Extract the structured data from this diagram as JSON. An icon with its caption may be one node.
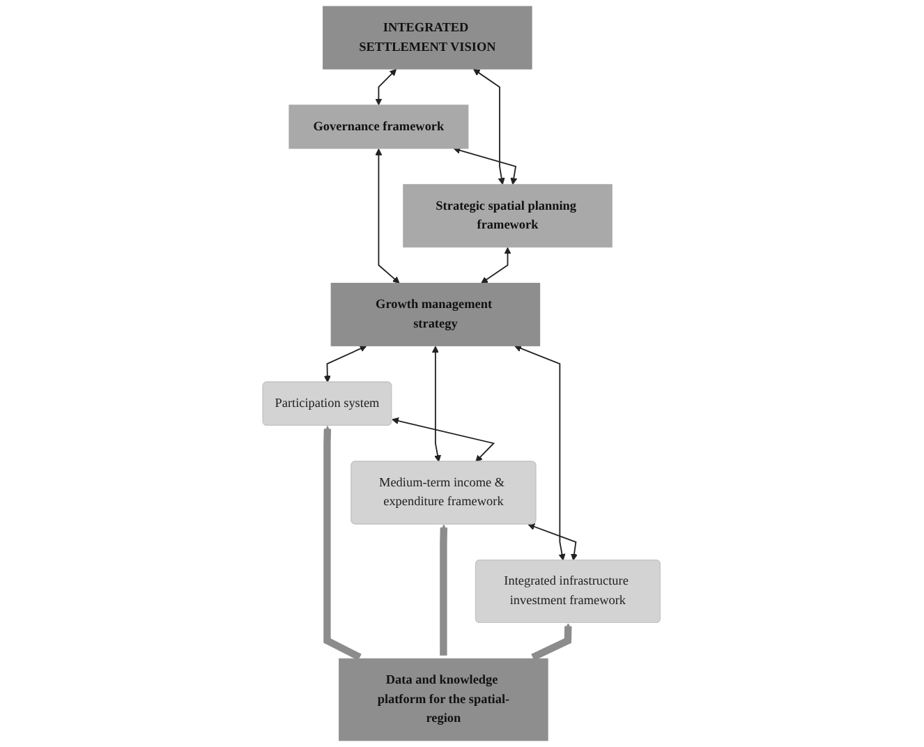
{
  "diagram": {
    "nodes": [
      {
        "text": [
          "INTEGRATED SETTLEMENT VISION"
        ]
      },
      {
        "text": [
          "Governance framework"
        ]
      },
      {
        "text": [
          "Strategic spatial planning framework"
        ]
      },
      {
        "text": [
          "Growth management strategy"
        ]
      },
      {
        "text": [
          "Participation system"
        ]
      },
      {
        "text": [
          "Medium-term income & expenditure framework"
        ]
      },
      {
        "text": [
          "Integrated infrastructure investment framework"
        ]
      },
      {
        "text": [
          "Data and knowledge platform for the spatial-region"
        ]
      }
    ],
    "edges": [
      {
        "from": 0,
        "to": 1,
        "arrow": "both"
      },
      {
        "from": 0,
        "to": 2,
        "arrow": "both"
      },
      {
        "from": 1,
        "to": 2,
        "arrow": "both"
      },
      {
        "from": 1,
        "to": 3,
        "arrow": "both"
      },
      {
        "from": 2,
        "to": 3,
        "arrow": "both"
      },
      {
        "from": 3,
        "to": 4,
        "arrow": "both"
      },
      {
        "from": 3,
        "to": 5,
        "arrow": "both"
      },
      {
        "from": 3,
        "to": 6,
        "arrow": "both"
      },
      {
        "from": 4,
        "to": 5,
        "arrow": "both"
      },
      {
        "from": 5,
        "to": 6,
        "arrow": "both"
      },
      {
        "from": 7,
        "to": 4,
        "arrow": "to",
        "style": "thick",
        "color": "#8c8c8c"
      },
      {
        "from": 7,
        "to": 5,
        "arrow": "to",
        "style": "thick",
        "color": "#8c8c8c"
      },
      {
        "from": 7,
        "to": 6,
        "arrow": "to",
        "style": "thick",
        "color": "#8c8c8c"
      }
    ]
  }
}
